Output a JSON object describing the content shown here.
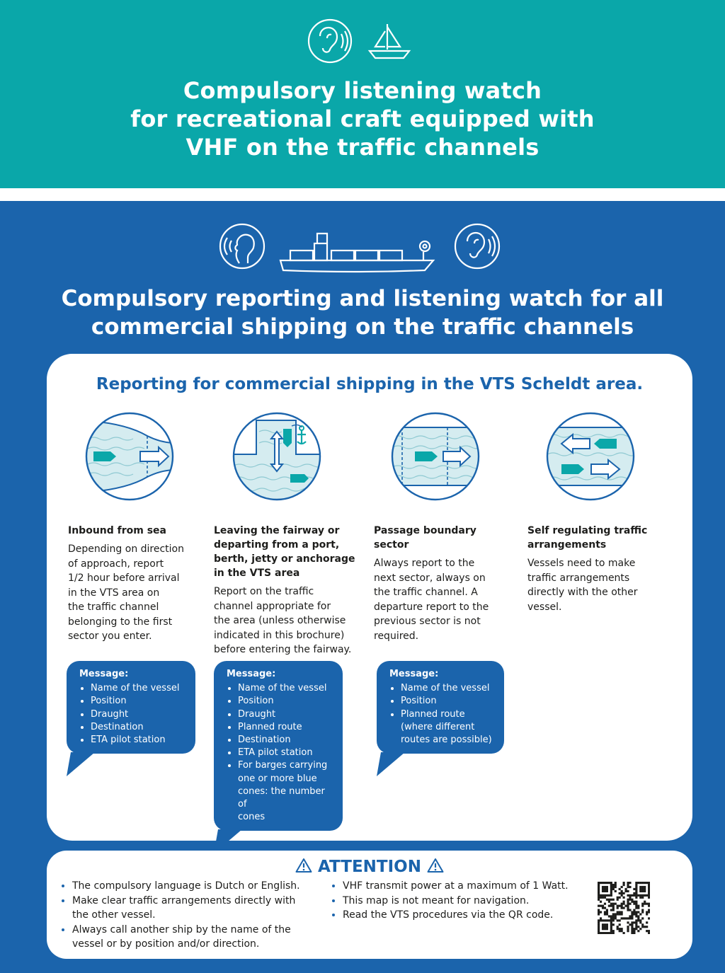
{
  "teal_section": {
    "icons": [
      "ear-icon",
      "sailboat-icon"
    ],
    "title_lines": [
      "Compulsory listening watch",
      "for recreational craft equipped with",
      "VHF on the traffic channels"
    ],
    "color": "#0aa7a9"
  },
  "blue_section": {
    "icons": [
      "speaking-head-icon",
      "cargo-ship-icon",
      "ear-icon"
    ],
    "title_lines": [
      "Compulsory reporting and listening watch for all",
      "commercial shipping on the traffic channels"
    ],
    "color": "#1b64ac"
  },
  "reporting_card": {
    "heading": "Reporting for commercial shipping in the VTS Scheldt area.",
    "columns": [
      {
        "title_lines": [
          "Inbound from sea"
        ],
        "text_lines": [
          "Depending on direction",
          "of approach, report",
          "1/2 hour before arrival",
          "in the VTS area on",
          "the traffic channel",
          "belonging to the first",
          "sector you enter."
        ],
        "message_label": "Message:",
        "message_items": [
          [
            "Name of the vessel"
          ],
          [
            "Position"
          ],
          [
            "Draught"
          ],
          [
            "Destination"
          ],
          [
            "ETA pilot station"
          ]
        ]
      },
      {
        "title_lines": [
          "Leaving the fairway or",
          "departing from a port,",
          "berth, jetty or anchorage",
          "in the VTS area"
        ],
        "text_lines": [
          "Report on the traffic",
          "channel appropriate for",
          "the area (unless otherwise",
          "indicated in this brochure)",
          "before entering the fairway."
        ],
        "message_label": "Message:",
        "message_items": [
          [
            "Name of the vessel"
          ],
          [
            "Position"
          ],
          [
            "Draught"
          ],
          [
            "Planned route"
          ],
          [
            "Destination"
          ],
          [
            "ETA pilot station"
          ],
          [
            "For barges carrying",
            "one or more blue",
            "cones: the number of",
            "cones"
          ]
        ]
      },
      {
        "title_lines": [
          "Passage boundary",
          "sector"
        ],
        "text_lines": [
          "Always report to the",
          "next sector, always on",
          "the traffic channel. A",
          "departure report to the",
          "previous sector is not",
          "required."
        ],
        "message_label": "Message:",
        "message_items": [
          [
            "Name of the vessel"
          ],
          [
            "Position"
          ],
          [
            "Planned route",
            "(where different",
            "routes are possible)"
          ]
        ]
      },
      {
        "title_lines": [
          "Self regulating traffic",
          "arrangements"
        ],
        "text_lines": [
          "Vessels need to make",
          "traffic arrangements",
          "directly with the other",
          "vessel."
        ]
      }
    ]
  },
  "attention": {
    "heading": "ATTENTION",
    "left_items": [
      [
        "The compulsory language is Dutch or English."
      ],
      [
        "Make clear traffic arrangements directly with",
        "the other vessel."
      ],
      [
        "Always call another ship by the name of the",
        "vessel or by position and/or direction."
      ]
    ],
    "right_items": [
      [
        "VHF transmit power at a maximum of 1 Watt."
      ],
      [
        "This map is not meant for navigation."
      ],
      [
        "Read the VTS procedures via the QR code."
      ]
    ]
  }
}
